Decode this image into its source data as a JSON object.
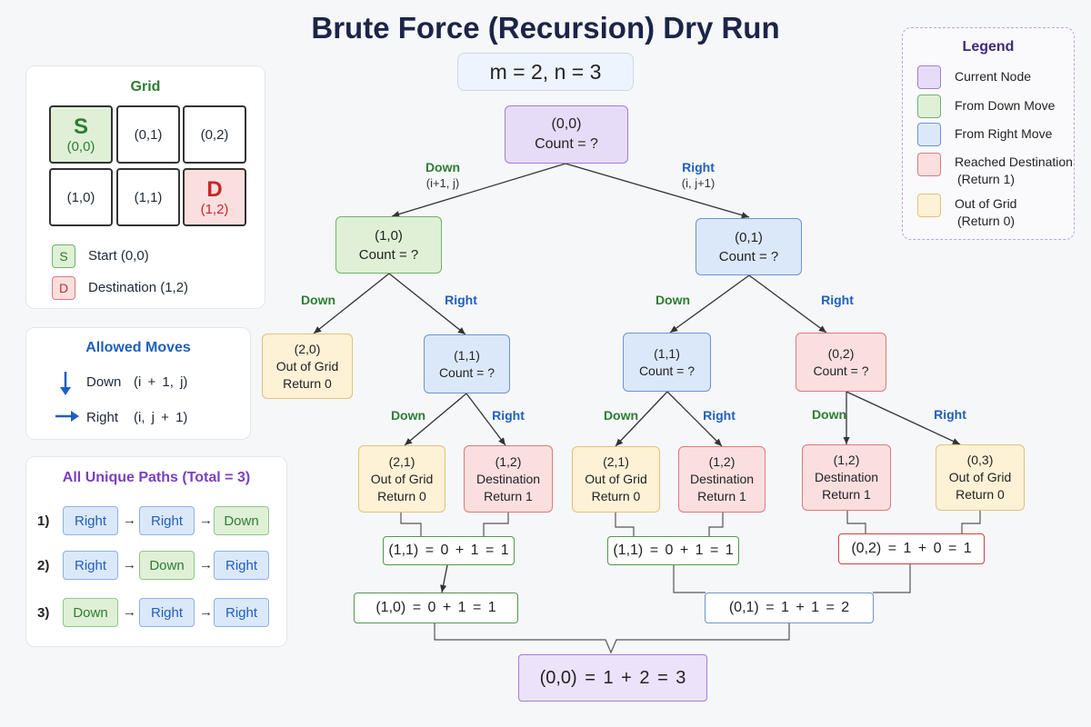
{
  "title": "Brute Force (Recursion) Dry Run",
  "badge": "m = 2, n = 3",
  "grid_panel": {
    "title": "Grid",
    "cells": [
      {
        "big": "S",
        "coord": "(0,0)"
      },
      {
        "big": "",
        "coord": "(0,1)"
      },
      {
        "big": "",
        "coord": "(0,2)"
      },
      {
        "big": "",
        "coord": "(1,0)"
      },
      {
        "big": "",
        "coord": "(1,1)"
      },
      {
        "big": "D",
        "coord": "(1,2)"
      }
    ],
    "key": [
      {
        "symbol": "S",
        "text": "Start (0,0)"
      },
      {
        "symbol": "D",
        "text": "Destination (1,2)"
      }
    ]
  },
  "moves_panel": {
    "title": "Allowed Moves",
    "moves": [
      {
        "name": "Down",
        "formula": "(i + 1, j)"
      },
      {
        "name": "Right",
        "formula": "(i, j + 1)"
      }
    ]
  },
  "paths_panel": {
    "title": "All Unique Paths (Total = 3)",
    "paths": [
      {
        "num": "1)",
        "steps": [
          "Right",
          "Right",
          "Down"
        ]
      },
      {
        "num": "2)",
        "steps": [
          "Right",
          "Down",
          "Right"
        ]
      },
      {
        "num": "3)",
        "steps": [
          "Down",
          "Right",
          "Right"
        ]
      }
    ]
  },
  "legend": {
    "title": "Legend",
    "items": [
      {
        "line1": "Current Node",
        "line2": "",
        "color": "#e7dcf8"
      },
      {
        "line1": "From Down Move",
        "line2": "",
        "color": "#dff0d6"
      },
      {
        "line1": "From Right Move",
        "line2": "",
        "color": "#dbe8fa"
      },
      {
        "line1": "Reached Destination",
        "line2": "(Return 1)",
        "color": "#fbdfdf"
      },
      {
        "line1": "Out of Grid",
        "line2": "(Return 0)",
        "color": "#fdf1d6"
      }
    ]
  },
  "tree": {
    "nodes": {
      "root": {
        "l1": "(0,0)",
        "l2": "Count = ?"
      },
      "n10": {
        "l1": "(1,0)",
        "l2": "Count = ?"
      },
      "n01": {
        "l1": "(0,1)",
        "l2": "Count = ?"
      },
      "n20": {
        "l1": "(2,0)",
        "l2": "Out of Grid",
        "l3": "Return 0"
      },
      "n11a": {
        "l1": "(1,1)",
        "l2": "Count = ?"
      },
      "n11b": {
        "l1": "(1,1)",
        "l2": "Count = ?"
      },
      "n02": {
        "l1": "(0,2)",
        "l2": "Count = ?"
      },
      "n21a": {
        "l1": "(2,1)",
        "l2": "Out of Grid",
        "l3": "Return 0"
      },
      "n12a": {
        "l1": "(1,2)",
        "l2": "Destination",
        "l3": "Return 1"
      },
      "n21b": {
        "l1": "(2,1)",
        "l2": "Out of Grid",
        "l3": "Return 0"
      },
      "n12b": {
        "l1": "(1,2)",
        "l2": "Destination",
        "l3": "Return 1"
      },
      "n12c": {
        "l1": "(1,2)",
        "l2": "Destination",
        "l3": "Return 1"
      },
      "n03": {
        "l1": "(0,3)",
        "l2": "Out of Grid",
        "l3": "Return 0"
      }
    },
    "edge_labels": {
      "root_down": {
        "name": "Down",
        "sub": "(i+1, j)"
      },
      "root_right": {
        "name": "Right",
        "sub": "(i, j+1)"
      },
      "down": "Down",
      "right": "Right"
    },
    "combine": {
      "c11a": "(1,1) = 0 + 1 = 1",
      "c11b": "(1,1) = 0 + 1 = 1",
      "c02": "(0,2) = 1 + 0 = 1",
      "c10": "(1,0) = 0 + 1 = 1",
      "c01": "(0,1) = 1 + 1 = 2",
      "final": "(0,0) = 1 + 2 = 3"
    }
  },
  "colors": {
    "current": "#9d80d2",
    "down": "#2e7d32",
    "right": "#1f5fbf",
    "destination": "#d97b7b",
    "out_of_grid": "#e2c27b"
  }
}
